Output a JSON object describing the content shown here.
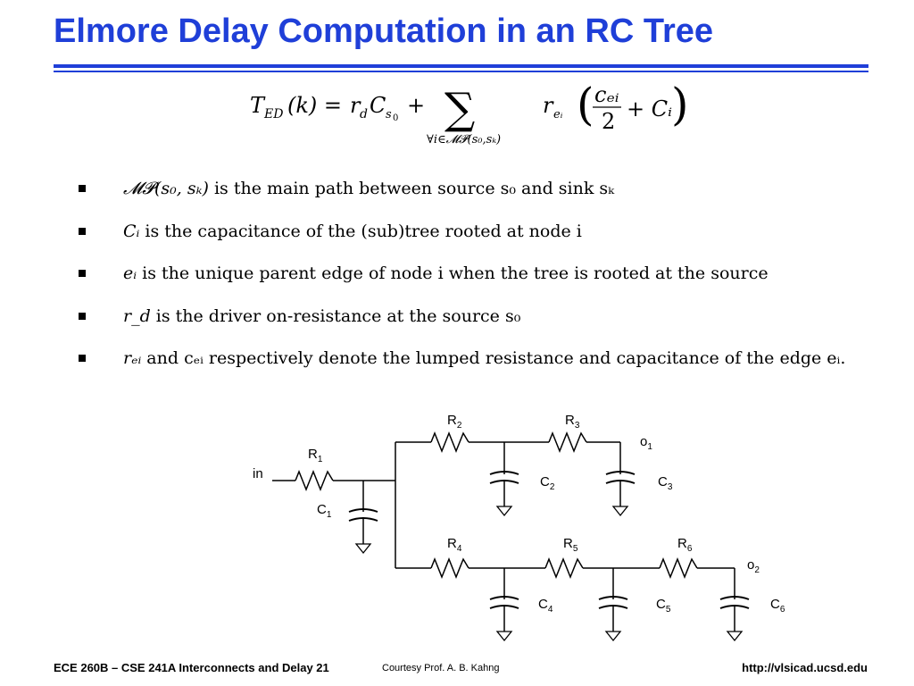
{
  "title": "Elmore Delay Computation in an RC Tree",
  "formula": {
    "lhs": "T",
    "lhs_sub": "ED",
    "lhs_arg": "(k) = ",
    "term1": "r",
    "term1_sub": "d",
    "term1_c": "C",
    "term1_csub": "s",
    "term1_csub2": "0",
    "plus": "+",
    "sigma": "∑",
    "sum_index": "∀i∈𝓜𝓟(s₀,sₖ)",
    "re": "r",
    "re_sub": "eᵢ",
    "frac_num": "cₑᵢ",
    "frac_den": "2",
    "ci": "+ Cᵢ"
  },
  "bullets": [
    {
      "math": "𝓜𝓟(s₀, sₖ)",
      "text": " is the main path between source s₀ and sink sₖ"
    },
    {
      "math": "Cᵢ",
      "text": " is the capacitance of the (sub)tree rooted at node i"
    },
    {
      "math": "eᵢ",
      "text": " is the unique parent edge of node i when the tree is rooted at the source"
    },
    {
      "math": "r_d",
      "text": " is the driver on-resistance at the source s₀"
    },
    {
      "math": "rₑᵢ",
      "text": " and cₑᵢ respectively denote the lumped resistance and capacitance of the edge eᵢ."
    }
  ],
  "circuit": {
    "input_label": "in",
    "resistors": [
      "R",
      "R",
      "R",
      "R",
      "R",
      "R"
    ],
    "resistor_subs": [
      "1",
      "2",
      "3",
      "4",
      "5",
      "6"
    ],
    "capacitors": [
      "C",
      "C",
      "C",
      "C",
      "C",
      "C"
    ],
    "capacitor_subs": [
      "1",
      "2",
      "3",
      "4",
      "5",
      "6"
    ],
    "outputs": [
      "o",
      "o"
    ],
    "output_subs": [
      "1",
      "2"
    ]
  },
  "footer": {
    "left": "ECE 260B – CSE 241A Interconnects and Delay 21",
    "center": "Courtesy Prof. A. B. Kahng",
    "right": "http://vlsicad.ucsd.edu"
  }
}
